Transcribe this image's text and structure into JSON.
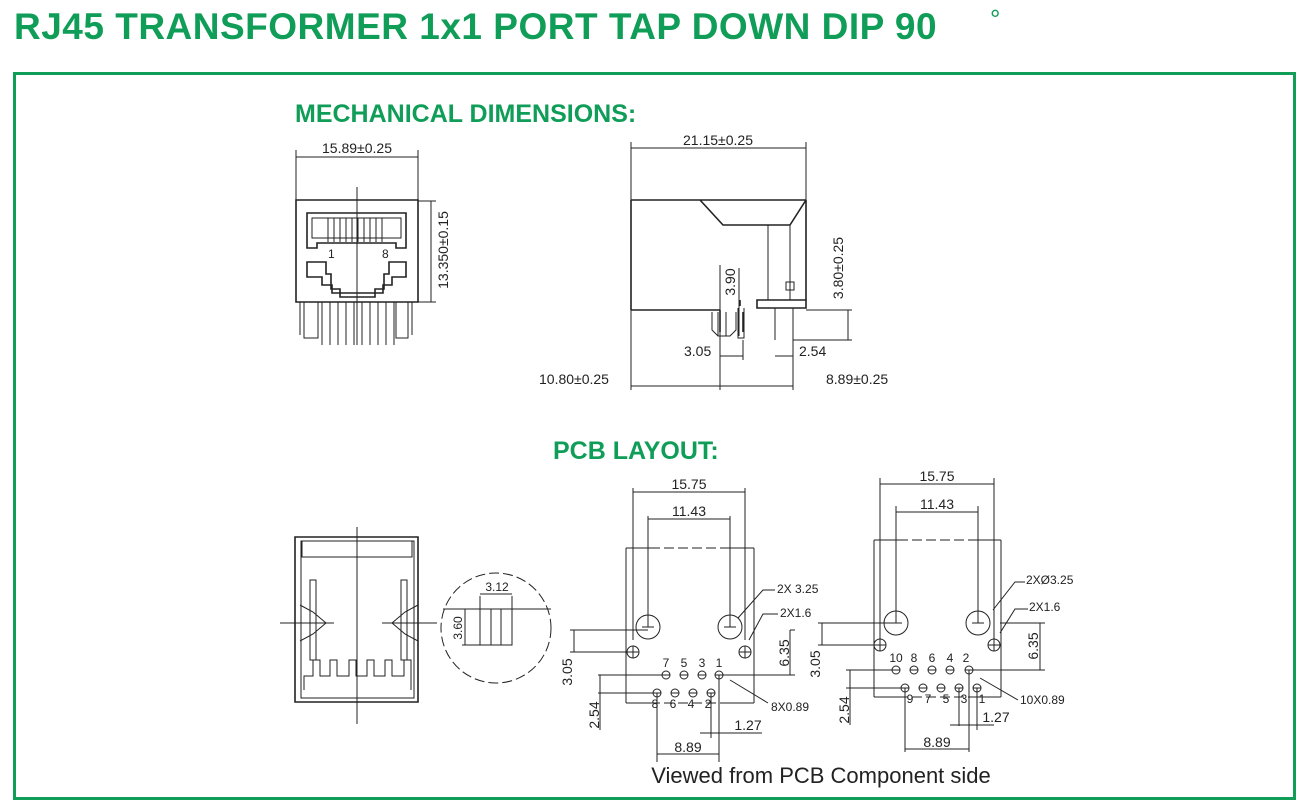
{
  "title": "RJ45 TRANSFORMER 1x1 PORT TAP DOWN DIP 90",
  "title_degree": "°",
  "accent_color": "#0f9d58",
  "sections": {
    "mechanical": "MECHANICAL DIMENSIONS:",
    "pcb": "PCB LAYOUT:"
  },
  "front_view": {
    "width": "15.89±0.25",
    "height": "13.350±0.15",
    "pin_first": "1",
    "pin_last": "8"
  },
  "side_view": {
    "length": "21.15±0.25",
    "pin_height": "3.90",
    "pin_length": "3.80±0.25",
    "offset_a": "3.05",
    "offset_b": "2.54",
    "front_to_pin": "10.80±0.25",
    "pin_to_rear": "8.89±0.25"
  },
  "detail_view": {
    "width": "3.12",
    "height": "3.60"
  },
  "pcb_8pin": {
    "outer_width": "15.75",
    "hole_spacing": "11.43",
    "big_hole_label": "2X   3.25",
    "small_hole_label": "2X1.6",
    "pin_hole_label": "8X0.89",
    "row_offset": "3.05",
    "row_pitch": "2.54",
    "hole_to_row": "6.35",
    "pin_pitch": "1.27",
    "row_span": "8.89",
    "row1_pins": [
      "7",
      "5",
      "3",
      "1"
    ],
    "row2_pins": [
      "8",
      "6",
      "4",
      "2"
    ]
  },
  "pcb_10pin": {
    "outer_width": "15.75",
    "hole_spacing": "11.43",
    "big_hole_label": "2XØ3.25",
    "small_hole_label": "2X1.6",
    "pin_hole_label": "10X0.89",
    "row_offset": "3.05",
    "row_pitch": "2.54",
    "hole_to_row": "6.35",
    "pin_pitch": "1.27",
    "row_span": "8.89",
    "row1_pins": [
      "10",
      "8",
      "6",
      "4",
      "2"
    ],
    "row2_pins": [
      "9",
      "7",
      "5",
      "3",
      "1"
    ]
  },
  "caption": "Viewed from PCB Component side"
}
